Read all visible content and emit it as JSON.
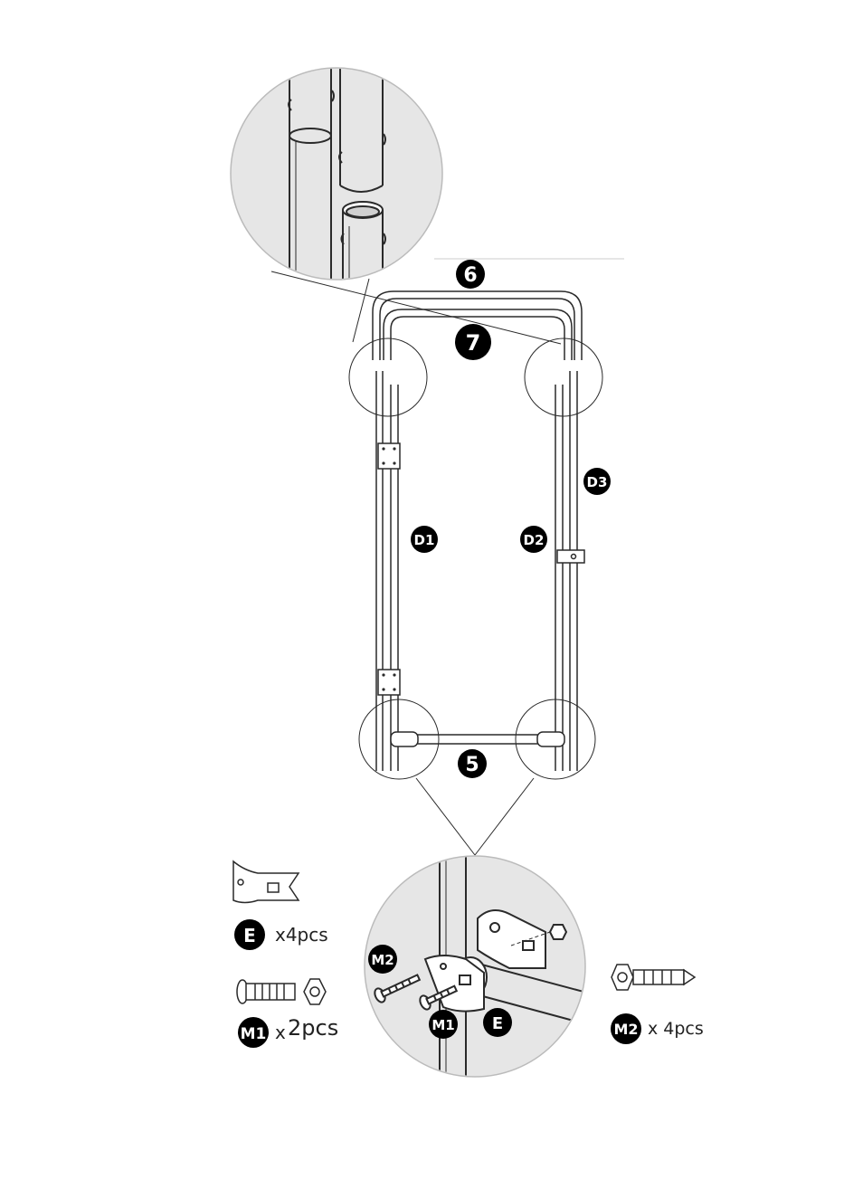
{
  "labels": {
    "part_6": "6",
    "part_7": "7",
    "part_5": "5",
    "d1": "D1",
    "d2": "D2",
    "d3": "D3",
    "m2_detail": "M2",
    "m1_detail": "M1",
    "e_detail": "E"
  },
  "hardware": {
    "e": {
      "label": "E",
      "qty": "x4pcs"
    },
    "m1": {
      "label": "M1",
      "qty_x": "x",
      "qty_n": "2pcs"
    },
    "m2": {
      "label": "M2",
      "qty": "x 4pcs"
    }
  },
  "colors": {
    "badge": "#000000",
    "line": "#2a2a2a",
    "detail_fill": "#e6e6e6"
  }
}
